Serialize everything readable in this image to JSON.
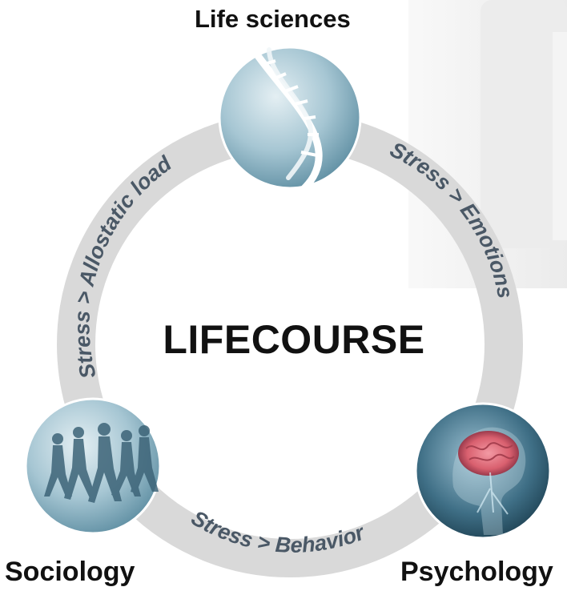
{
  "center_title": "LIFECOURSE",
  "nodes": [
    {
      "id": "life-sciences",
      "label": "Life sciences",
      "icon": "dna-icon"
    },
    {
      "id": "sociology",
      "label": "Sociology",
      "icon": "walking-people-icon"
    },
    {
      "id": "psychology",
      "label": "Psychology",
      "icon": "brain-icon"
    }
  ],
  "ring_labels": {
    "left": "Stress > Allostatic load",
    "right": "Stress > Emotions",
    "bottom": "Stress > Behavior"
  },
  "colors": {
    "ring": "#d9d9d9",
    "ring_text": "#4a5866",
    "node_gradient_light": "#d9e8ee",
    "node_gradient_dark": "#6f9db0",
    "brain_glow": "#e06a78"
  }
}
